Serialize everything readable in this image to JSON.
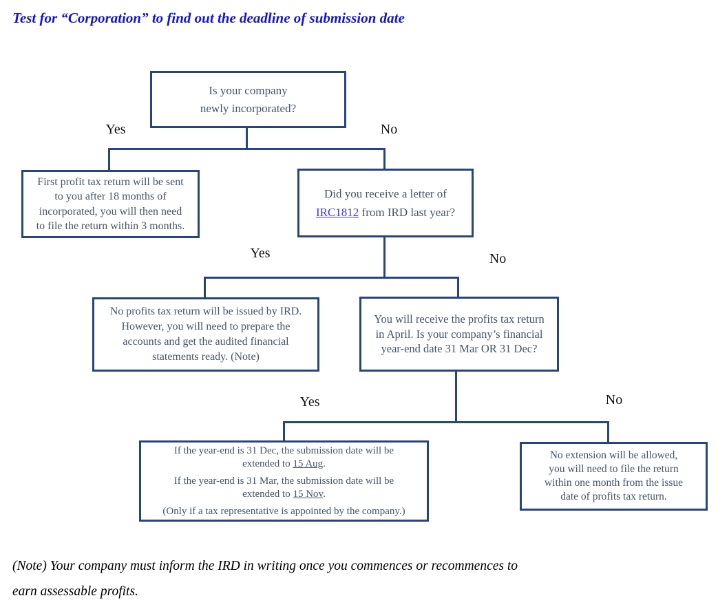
{
  "title": "Test for “Corporation” to find out the deadline of submission date",
  "colors": {
    "title_blue": "#1414cc",
    "box_border": "#27457c",
    "box_text": "#44546a",
    "link_blue": "#3b3bd6",
    "label_black": "#141414"
  },
  "flowchart": {
    "labels": {
      "yes1": "Yes",
      "no1": "No",
      "yes2": "Yes",
      "no2": "No",
      "yes3": "Yes",
      "no3": "No"
    },
    "q_incorporated": {
      "lines": [
        "Is your company",
        "newly incorporated?"
      ]
    },
    "first_return": {
      "lines": [
        "First profit tax return will be sent",
        "to you after 18 months of",
        "incorporated, you will then need",
        "to file the return within 3 months."
      ]
    },
    "q_letter": {
      "line1": "Did you receive a letter of",
      "link": "IRC1812",
      "line2_rest": " from IRD last year?"
    },
    "no_return_issued": {
      "lines": [
        "No profits tax return will be issued by IRD.",
        "However, you will need to prepare the",
        "accounts and get the audited financial",
        "statements ready. (Note)"
      ]
    },
    "q_yearend": {
      "lines": [
        "You will receive the profits tax return",
        "in April. Is your company’s financial",
        "year-end date 31 Mar OR 31 Dec?"
      ]
    },
    "extension": {
      "p1_l1": "If the year-end is 31 Dec, the submission date will be",
      "p1_l2_pre": "extended to ",
      "p1_date": "15 Aug",
      "p1_l2_post": ".",
      "p2_l1": "If the year-end is 31 Mar, the submission date will be",
      "p2_l2_pre": "extended to ",
      "p2_date": "15 Nov",
      "p2_l2_post": ".",
      "p3": "(Only if a tax representative is appointed by the company.)"
    },
    "no_extension": {
      "lines": [
        "No extension will be allowed,",
        "you will need to file the return",
        "within one month from the issue",
        "date of profits tax return."
      ]
    }
  },
  "note": {
    "line1": "(Note) Your company must inform the IRD in writing once you commences or recommences to",
    "line2": "earn assessable profits."
  }
}
